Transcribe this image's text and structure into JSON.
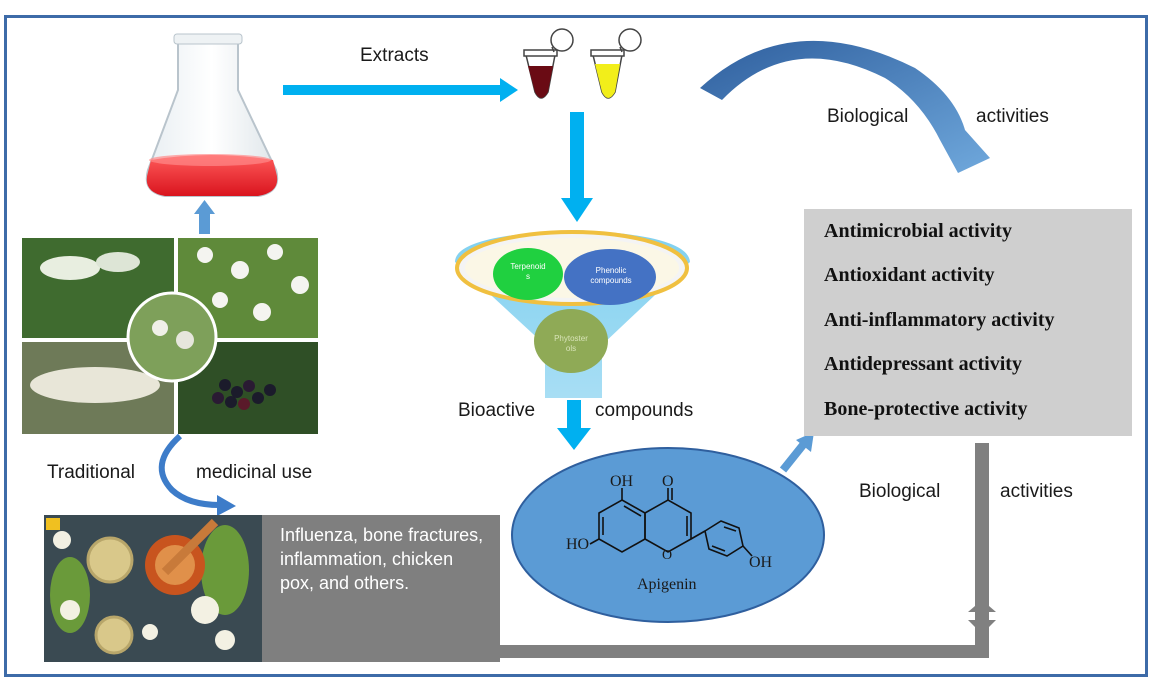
{
  "labels": {
    "extracts": "Extracts",
    "biological_top": "Biological",
    "activities_top": "activities",
    "bioactive": "Bioactive",
    "compounds": "compounds",
    "traditional": "Traditional",
    "medicinal_use": "medicinal use",
    "biological_right": "Biological",
    "activities_right": "activities"
  },
  "funnel": {
    "terpenoids": [
      "Terpenoid",
      "s"
    ],
    "phenolic": [
      "Phenolic",
      "compounds"
    ],
    "phytosterols": [
      "Phytoster",
      "ols"
    ]
  },
  "activities": [
    "Antimicrobial activity",
    "Antioxidant activity",
    "Anti-inflammatory activity",
    "Antidepressant activity",
    "Bone-protective activity"
  ],
  "uses_text": "Influenza, bone fractures, inflammation, chicken pox, and others.",
  "molecule": {
    "name": "Apigenin",
    "oh_top": "OH",
    "o_top": "O",
    "ho_left": "HO",
    "o_ring": "O",
    "oh_right": "OH"
  },
  "colors": {
    "frame": "#3d6ba8",
    "arrow_blue": "#00b0f0",
    "arrow_gray": "#808080",
    "ellipse": "#5b9bd5",
    "panel_gray": "#cfcfcf"
  }
}
